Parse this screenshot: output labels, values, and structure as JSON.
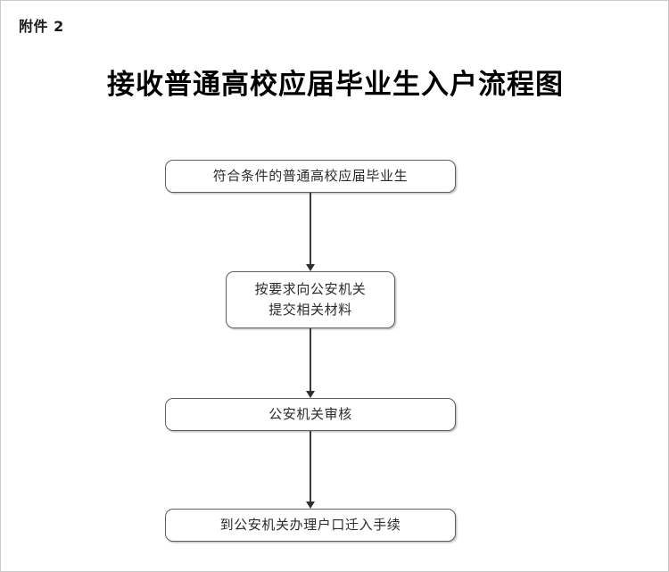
{
  "document": {
    "attachment_label": "附件 2",
    "title": "接收普通高校应届毕业生入户流程图"
  },
  "flowchart": {
    "type": "flowchart",
    "orientation": "top-to-bottom",
    "border_color": "#5e5e5e",
    "arrow_color": "#2f2f2f",
    "nodes": [
      {
        "id": "start",
        "shape": "rounded-rectangle",
        "lines": [
          "符合条件的普通高校应届毕业生"
        ],
        "text": "符合条件的普通高校应届毕业生"
      },
      {
        "id": "submit",
        "shape": "rounded-rectangle",
        "lines": [
          "按要求向公安机关",
          "提交相关材料"
        ],
        "text": "按要求向公安机关提交相关材料"
      },
      {
        "id": "review",
        "shape": "rounded-rectangle",
        "lines": [
          "公安机关审核"
        ],
        "text": "公安机关审核"
      },
      {
        "id": "final",
        "shape": "rounded-rectangle",
        "lines": [
          "到公安机关办理户口迁入手续"
        ],
        "text": "到公安机关办理户口迁入手续"
      }
    ],
    "edges": [
      {
        "id": "e1",
        "from": "start",
        "to": "submit",
        "style": "solid-arrow-down"
      },
      {
        "id": "e2",
        "from": "submit",
        "to": "review",
        "style": "solid-arrow-down"
      },
      {
        "id": "e3",
        "from": "review",
        "to": "final",
        "style": "solid-arrow-down"
      }
    ]
  }
}
